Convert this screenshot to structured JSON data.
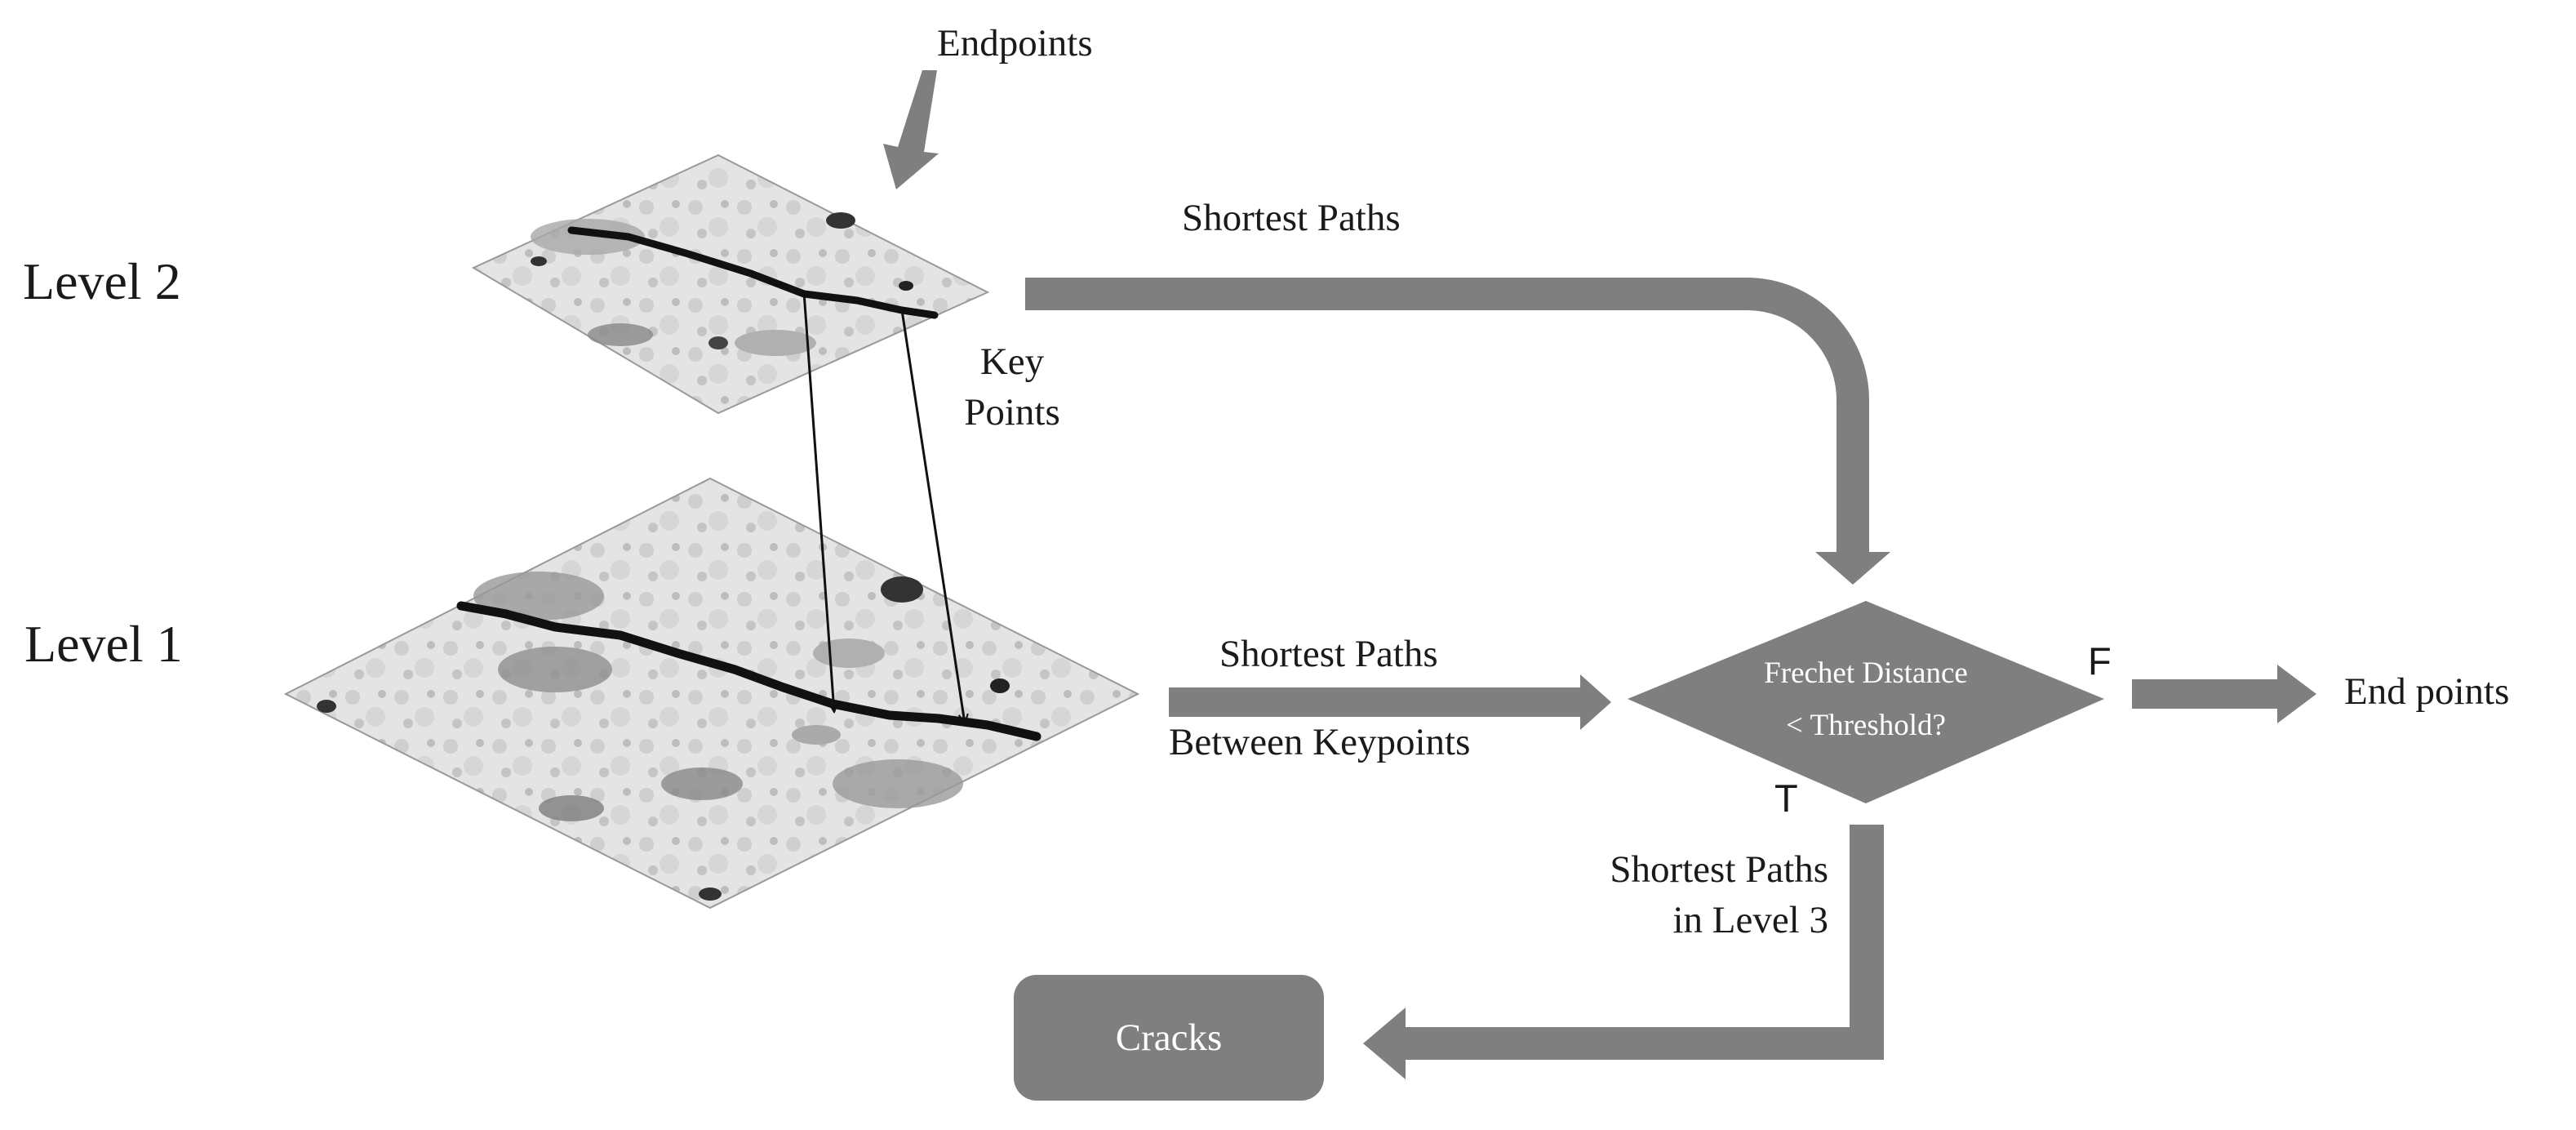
{
  "labels": {
    "endpoints_top": "Endpoints",
    "level2": "Level 2",
    "level1": "Level 1",
    "shortest_paths_top": "Shortest Paths",
    "key_points_line1": "Key",
    "key_points_line2": "Points",
    "shortest_paths_mid": "Shortest Paths",
    "between_keypoints": "Between Keypoints",
    "decision_line1": "Frechet Distance",
    "decision_line2": "< Threshold?",
    "false_label": "F",
    "true_label": "T",
    "end_points": "End points",
    "shortest_paths_level3_line1": "Shortest Paths",
    "shortest_paths_level3_line2": "in Level 3",
    "cracks": "Cracks"
  },
  "colors": {
    "arrow": "#7f7f7f",
    "decision": "#7f7f7f",
    "cracks_box": "#7f7f7f",
    "crack_line": "#111111",
    "text": "#1a1a1a"
  }
}
